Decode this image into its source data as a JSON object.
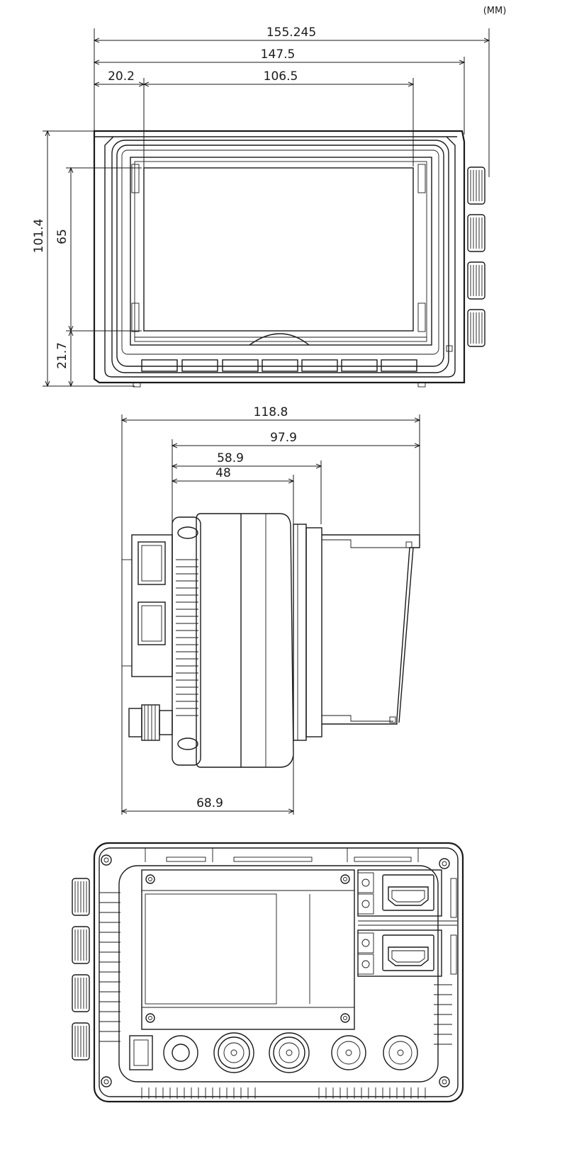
{
  "units": "(MM)",
  "front_view": {
    "overall_width": "155.245",
    "body_width": "147.5",
    "left_offset": "20.2",
    "screen_width": "106.5",
    "overall_height": "101.4",
    "screen_height": "65",
    "bottom_offset": "21.7"
  },
  "side_view": {
    "overall_depth": "118.8",
    "depth_with_hood": "97.9",
    "body_depth_a": "58.9",
    "body_depth_b": "48",
    "rear_depth": "68.9"
  },
  "rear_view": {
    "icons": [
      "power-switch-icon",
      "dc-jack-icon",
      "bnc-connector-icon",
      "hdmi-port-icon",
      "knob-icon"
    ]
  }
}
